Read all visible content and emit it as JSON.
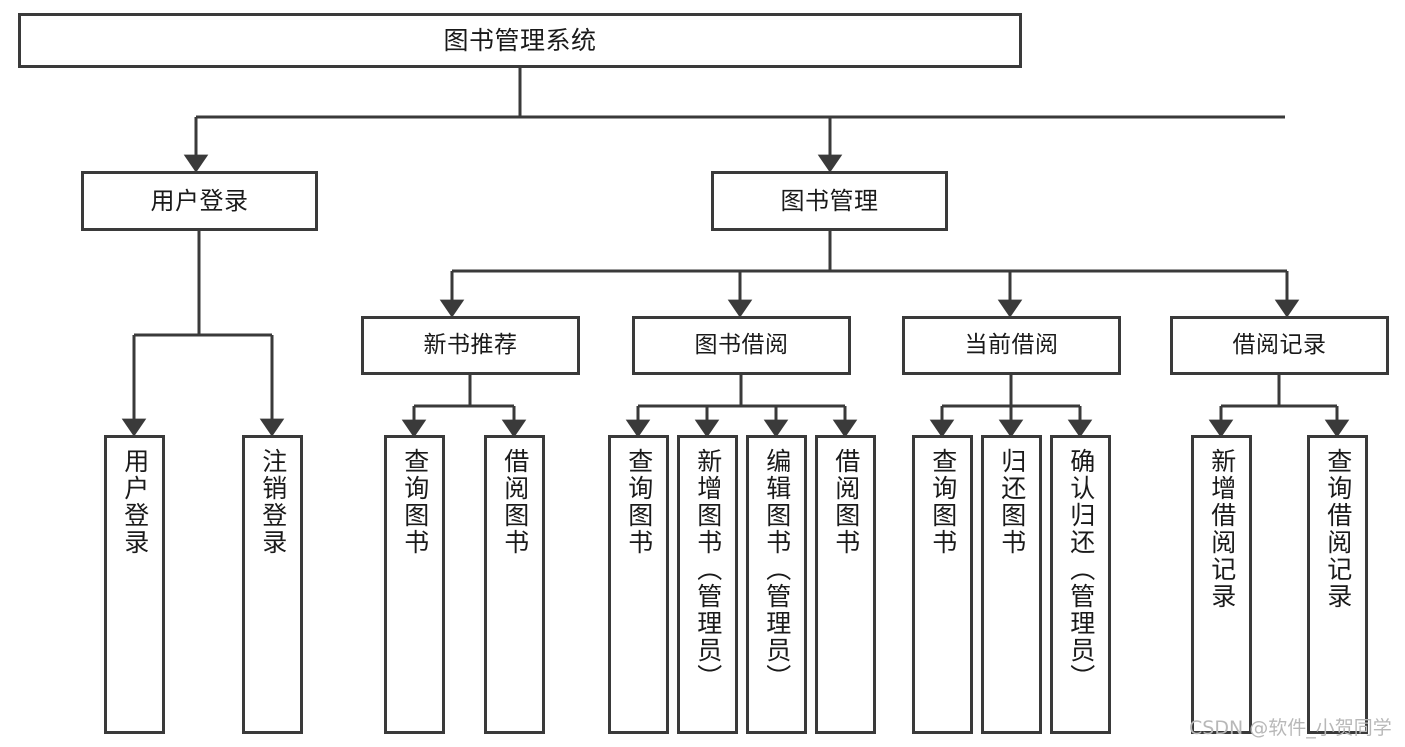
{
  "diagram": {
    "title": "图书管理系统",
    "watermark": "CSDN @软件_小贺同学",
    "edge_color": "#3a3a3a",
    "box_border_color": "#3a3a3a",
    "box_fill_color": "#ffffff",
    "text_color": "#1a1a1a",
    "watermark_color": "#b8b8b8"
  },
  "nodes": {
    "root": {
      "label": "图书管理系统"
    },
    "level2": [
      {
        "label": "用户登录"
      },
      {
        "label": "图书管理"
      }
    ],
    "level3": [
      {
        "label": "新书推荐"
      },
      {
        "label": "图书借阅"
      },
      {
        "label": "当前借阅"
      },
      {
        "label": "借阅记录"
      }
    ],
    "leaves": {
      "user_login": [
        {
          "label": "用户登录"
        },
        {
          "label": "注销登录"
        }
      ],
      "new_book_recommend": [
        {
          "label": "查询图书"
        },
        {
          "label": "借阅图书"
        }
      ],
      "book_borrow": [
        {
          "label": "查询图书"
        },
        {
          "label": "新增图书（管理员）"
        },
        {
          "label": "编辑图书（管理员）"
        },
        {
          "label": "借阅图书"
        }
      ],
      "current_borrow": [
        {
          "label": "查询图书"
        },
        {
          "label": "归还图书"
        },
        {
          "label": "确认归还（管理员）"
        }
      ],
      "borrow_record": [
        {
          "label": "新增借阅记录"
        },
        {
          "label": "查询借阅记录"
        }
      ]
    }
  }
}
